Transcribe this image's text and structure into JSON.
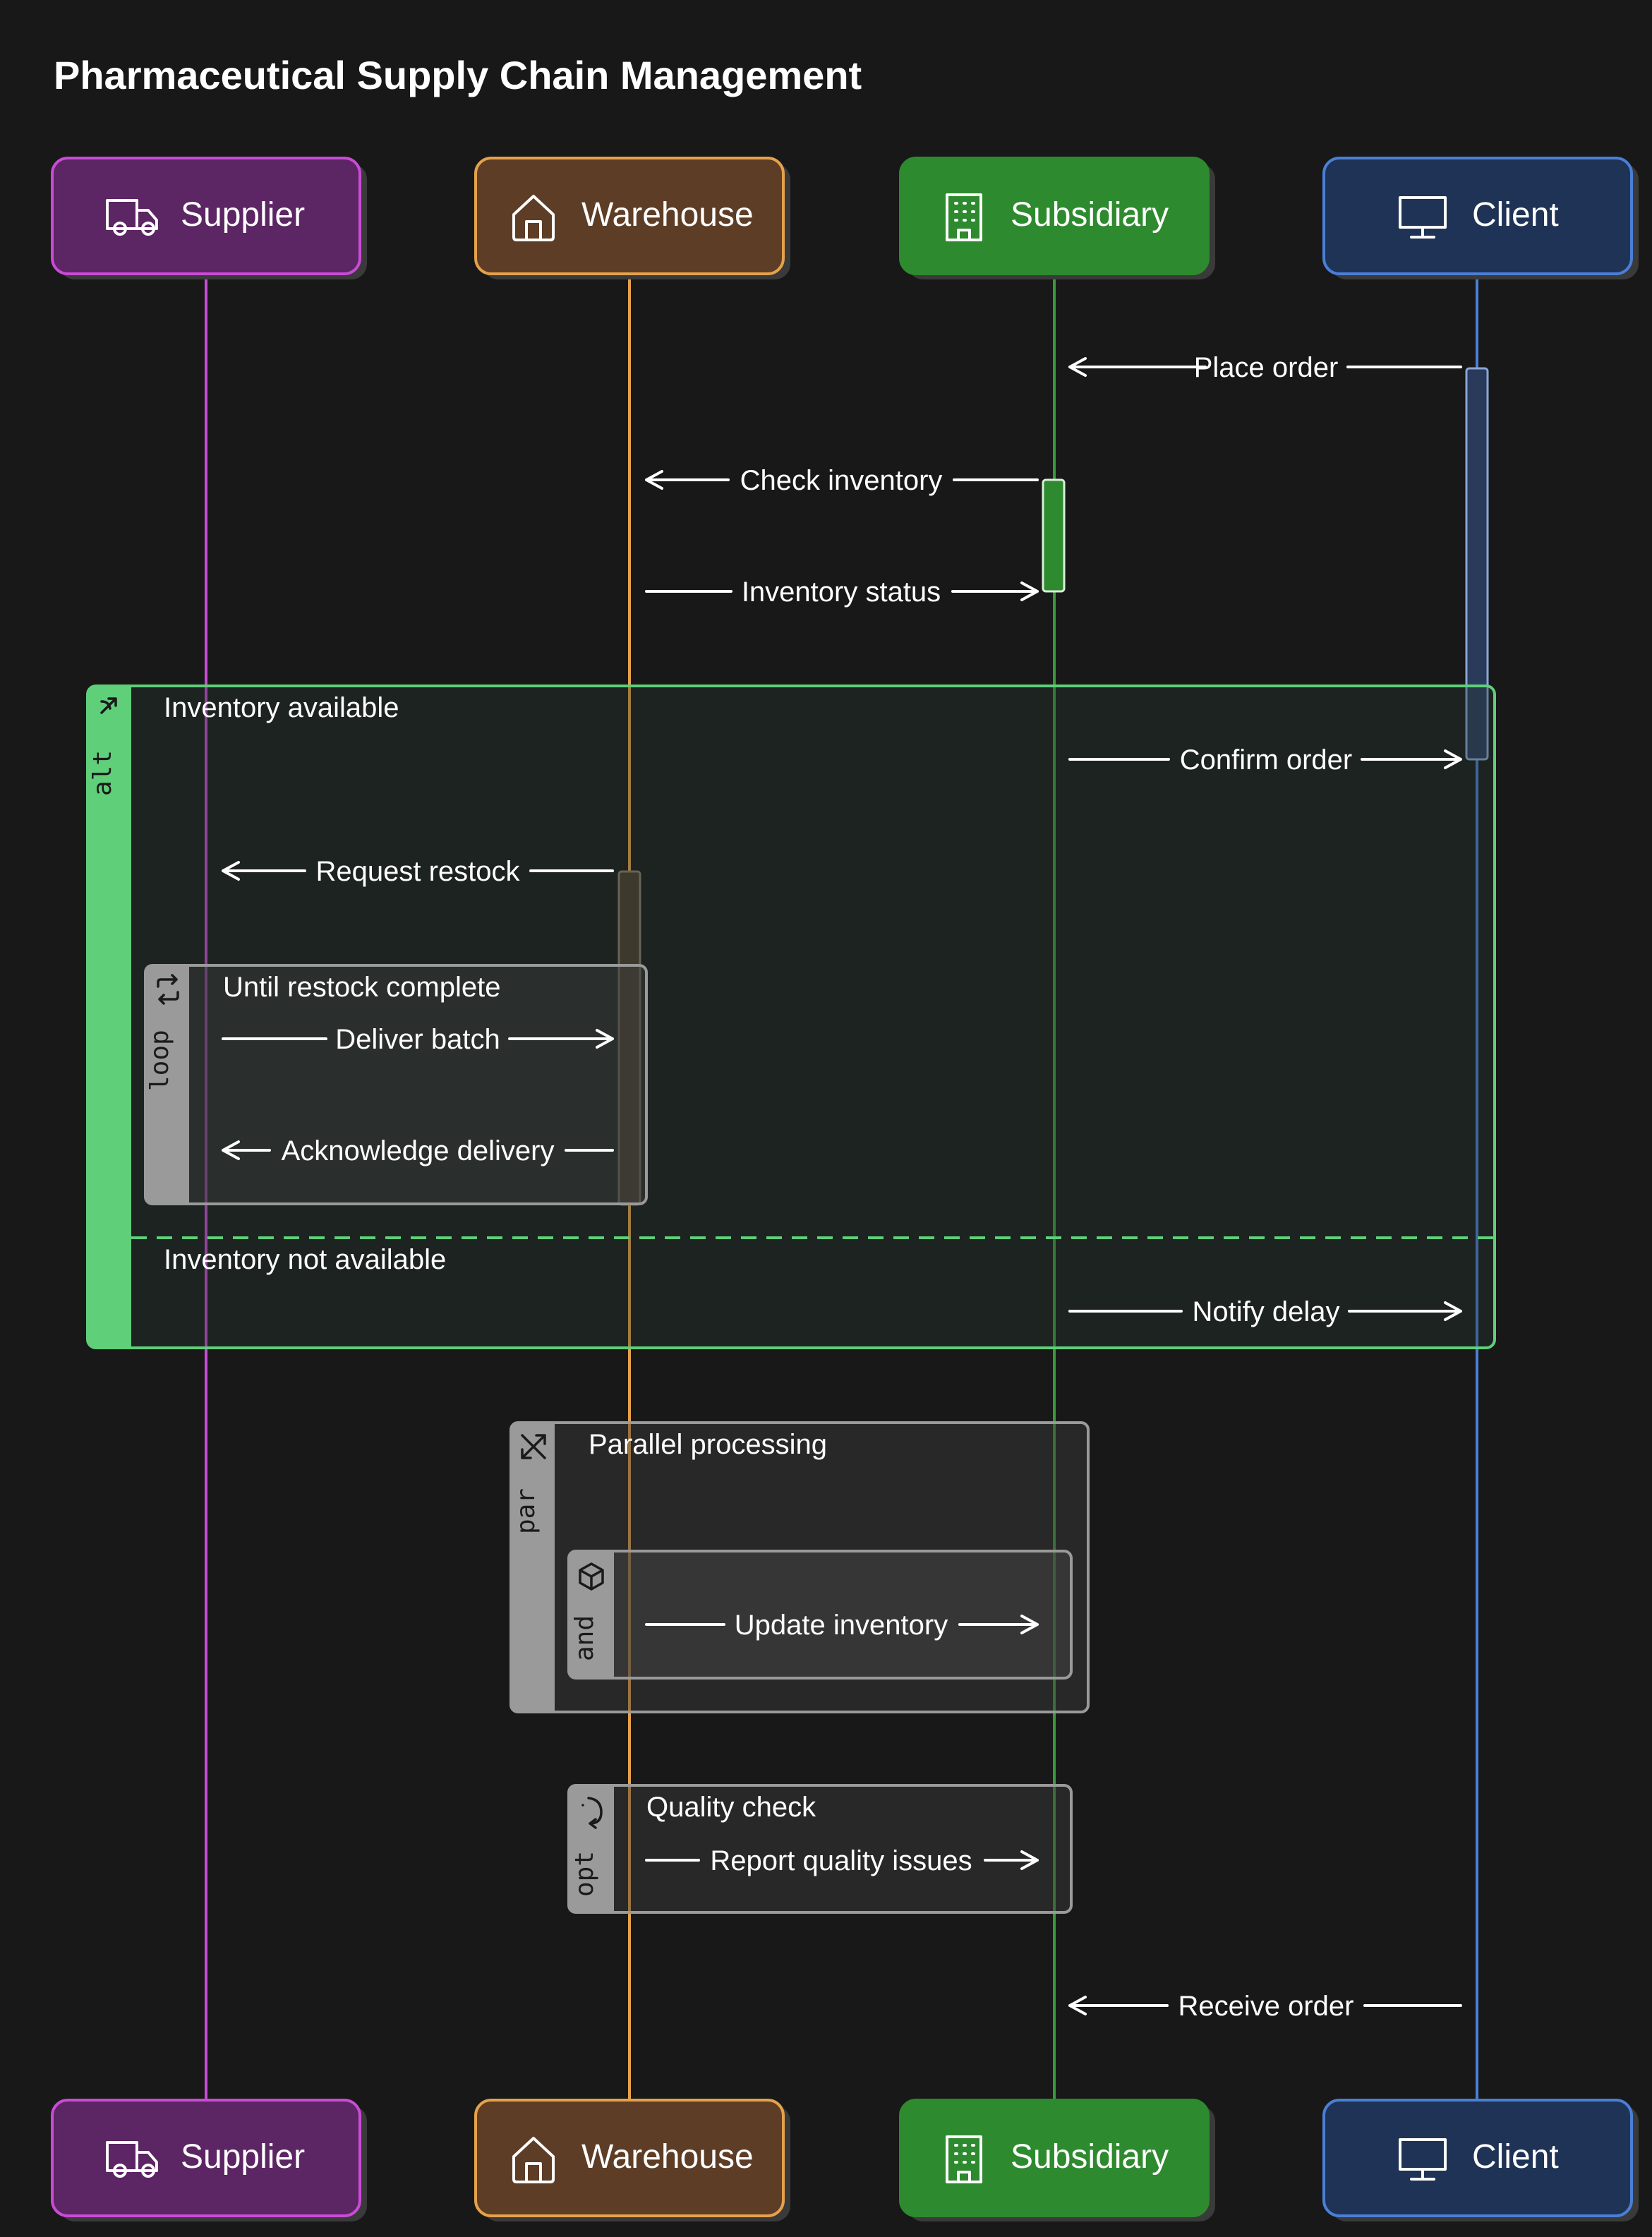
{
  "title": "Pharmaceutical Supply Chain Management",
  "actors": [
    {
      "id": "supplier",
      "label": "Supplier",
      "icon": "truck-icon",
      "fill": "#5c2563",
      "stroke": "#c94bd6",
      "line": "#c94bd6"
    },
    {
      "id": "warehouse",
      "label": "Warehouse",
      "icon": "house-icon",
      "fill": "#5e3d26",
      "stroke": "#e5a24a",
      "line": "#e5a24a"
    },
    {
      "id": "subsidiary",
      "label": "Subsidiary",
      "icon": "building-icon",
      "fill": "#2e8a2e",
      "stroke": "#2e8a2e",
      "line": "#3a9a3a"
    },
    {
      "id": "client",
      "label": "Client",
      "icon": "monitor-icon",
      "fill": "#1f3356",
      "stroke": "#4a7fd6",
      "line": "#4a7fd6"
    }
  ],
  "messages": [
    {
      "label": "Place order",
      "from": "client",
      "to": "subsidiary"
    },
    {
      "label": "Check inventory",
      "from": "subsidiary",
      "to": "warehouse"
    },
    {
      "label": "Inventory status",
      "from": "warehouse",
      "to": "subsidiary"
    },
    {
      "label": "Confirm order",
      "from": "subsidiary",
      "to": "client"
    },
    {
      "label": "Request restock",
      "from": "warehouse",
      "to": "supplier"
    },
    {
      "label": "Deliver batch",
      "from": "supplier",
      "to": "warehouse"
    },
    {
      "label": "Acknowledge delivery",
      "from": "warehouse",
      "to": "supplier"
    },
    {
      "label": "Notify delay",
      "from": "subsidiary",
      "to": "client"
    },
    {
      "label": "Update inventory",
      "from": "warehouse",
      "to": "subsidiary"
    },
    {
      "label": "Report quality issues",
      "from": "warehouse",
      "to": "subsidiary"
    },
    {
      "label": "Receive order",
      "from": "client",
      "to": "subsidiary"
    }
  ],
  "frames": {
    "alt": {
      "tag": "alt",
      "condition": "Inventory available",
      "else_condition": "Inventory not available",
      "color": "#5fcf7a"
    },
    "loop": {
      "tag": "loop",
      "condition": "Until restock complete",
      "color": "#9a9a9a"
    },
    "par": {
      "tag": "par",
      "condition": "Parallel processing",
      "color": "#9a9a9a"
    },
    "and": {
      "tag": "and",
      "condition": "",
      "color": "#9a9a9a"
    },
    "opt": {
      "tag": "opt",
      "condition": "Quality check",
      "color": "#9a9a9a"
    }
  }
}
